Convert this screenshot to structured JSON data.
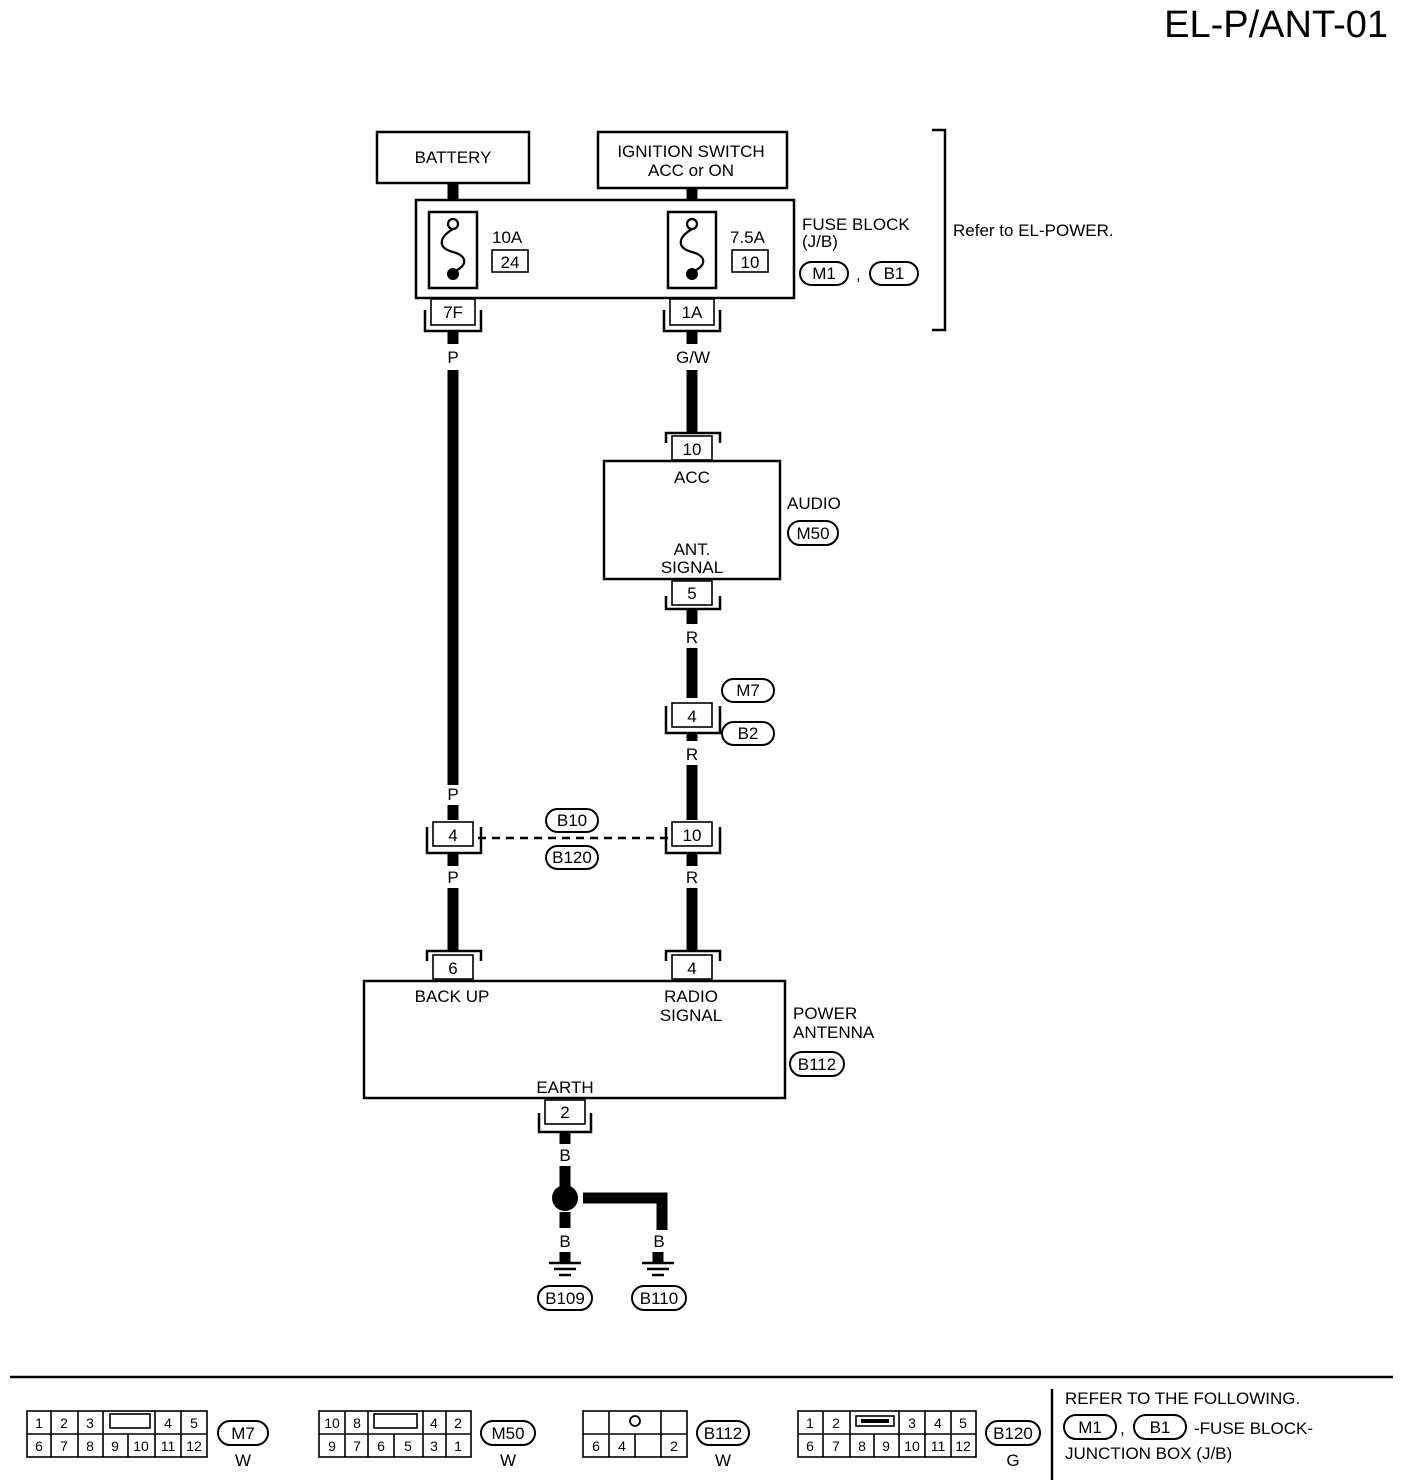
{
  "page_id": "EL-P/ANT-01",
  "battery": {
    "label": "BATTERY"
  },
  "ignition": {
    "line1": "IGNITION SWITCH",
    "line2": "ACC or ON"
  },
  "fuse_block": {
    "label1": "FUSE BLOCK",
    "label2": "(J/B)",
    "conn1": "M1",
    "sep": ",",
    "conn2": "B1",
    "refer": "Refer to EL-POWER.",
    "fuse_left": {
      "amp": "10A",
      "num": "24",
      "terminal": "7F"
    },
    "fuse_right": {
      "amp": "7.5A",
      "num": "10",
      "terminal": "1A"
    }
  },
  "wires": {
    "p": "P",
    "gw": "G/W",
    "r": "R",
    "b": "B"
  },
  "audio": {
    "label": "AUDIO",
    "conn": "M50",
    "pin_top": "10",
    "acc": "ACC",
    "ant1": "ANT.",
    "ant2": "SIGNAL",
    "pin_bottom": "5"
  },
  "inline_m7": {
    "pin": "4",
    "top": "M7",
    "bottom": "B2"
  },
  "inline_b10": {
    "pin_left": "4",
    "pin_right": "10",
    "top": "B10",
    "bottom": "B120"
  },
  "antenna": {
    "label1": "POWER",
    "label2": "ANTENNA",
    "conn": "B112",
    "pin_left": "6",
    "backup": "BACK UP",
    "pin_right": "4",
    "radio1": "RADIO",
    "radio2": "SIGNAL",
    "earth": "EARTH",
    "pin_earth": "2"
  },
  "grounds": {
    "g1": "B109",
    "g2": "B110"
  },
  "connectors": {
    "m7": {
      "top": [
        "1",
        "2",
        "3",
        "4",
        "5"
      ],
      "bottom": [
        "6",
        "7",
        "8",
        "9",
        "10",
        "11",
        "12"
      ],
      "id": "M7",
      "color": "W"
    },
    "m50": {
      "top": [
        "10",
        "8",
        "4",
        "2"
      ],
      "bottom": [
        "9",
        "7",
        "6",
        "5",
        "3",
        "1"
      ],
      "id": "M50",
      "color": "W"
    },
    "b112": {
      "bottom": [
        "6",
        "4",
        "2"
      ],
      "id": "B112",
      "color": "W"
    },
    "b120": {
      "top": [
        "1",
        "2",
        "3",
        "4",
        "5"
      ],
      "bottom": [
        "6",
        "7",
        "8",
        "9",
        "10",
        "11",
        "12"
      ],
      "id": "B120",
      "color": "G"
    }
  },
  "footer": {
    "line1": "REFER TO THE FOLLOWING.",
    "conn1": "M1",
    "sep": ",",
    "conn2": "B1",
    "line2": "-FUSE BLOCK-",
    "line3": "JUNCTION BOX (J/B)"
  }
}
